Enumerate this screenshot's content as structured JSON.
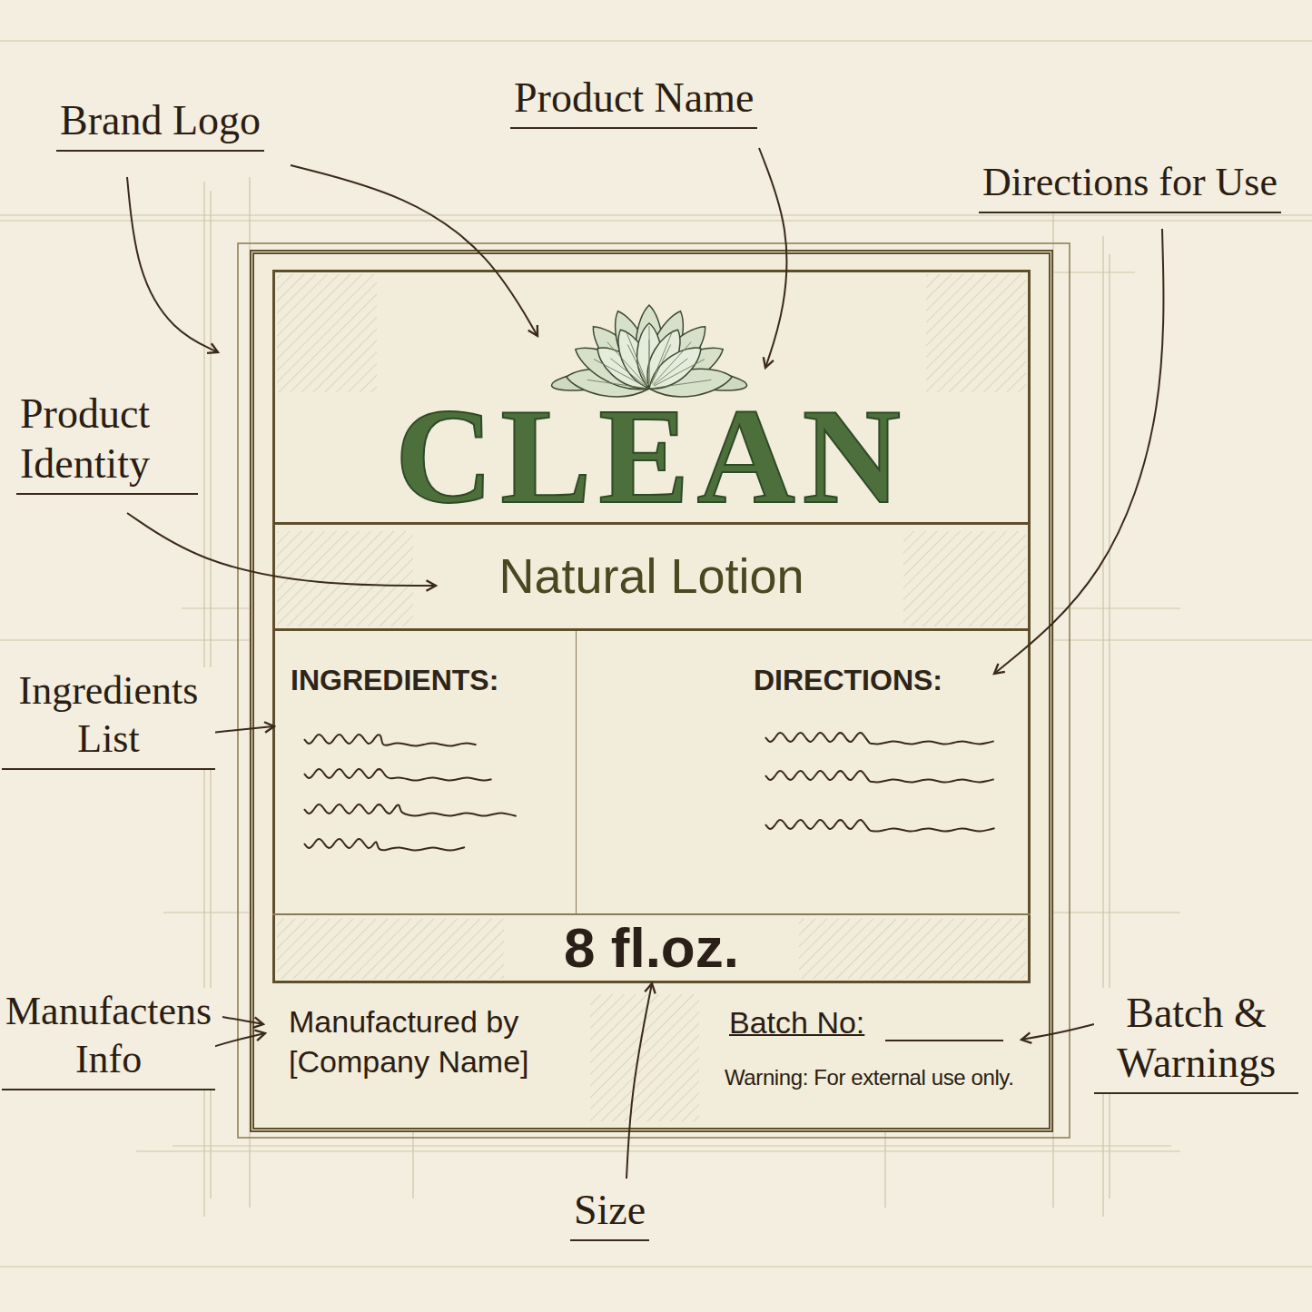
{
  "diagram": {
    "nodes": [
      {
        "text": [
          "Manufactured by [Company Name]",
          "Batch No:",
          "Warning: For external use only."
        ]
      },
      {
        "text": [
          "8 fl.oz."
        ],
        "in": 0
      },
      {
        "text": [
          "CLEAN"
        ],
        "in": 1
      },
      {
        "text": [
          "Natural Lotion"
        ],
        "in": 1
      },
      {
        "text": [
          "INGREDIENTS:"
        ],
        "in": 1
      },
      {
        "text": [
          "DIRECTIONS:"
        ],
        "in": 1
      }
    ],
    "labels": [
      "Brand Logo",
      "Product Name",
      "Directions for Use",
      "Product Identity",
      "Ingredients List",
      "Manufactens Info",
      "Batch & Warnings",
      "Size"
    ]
  }
}
